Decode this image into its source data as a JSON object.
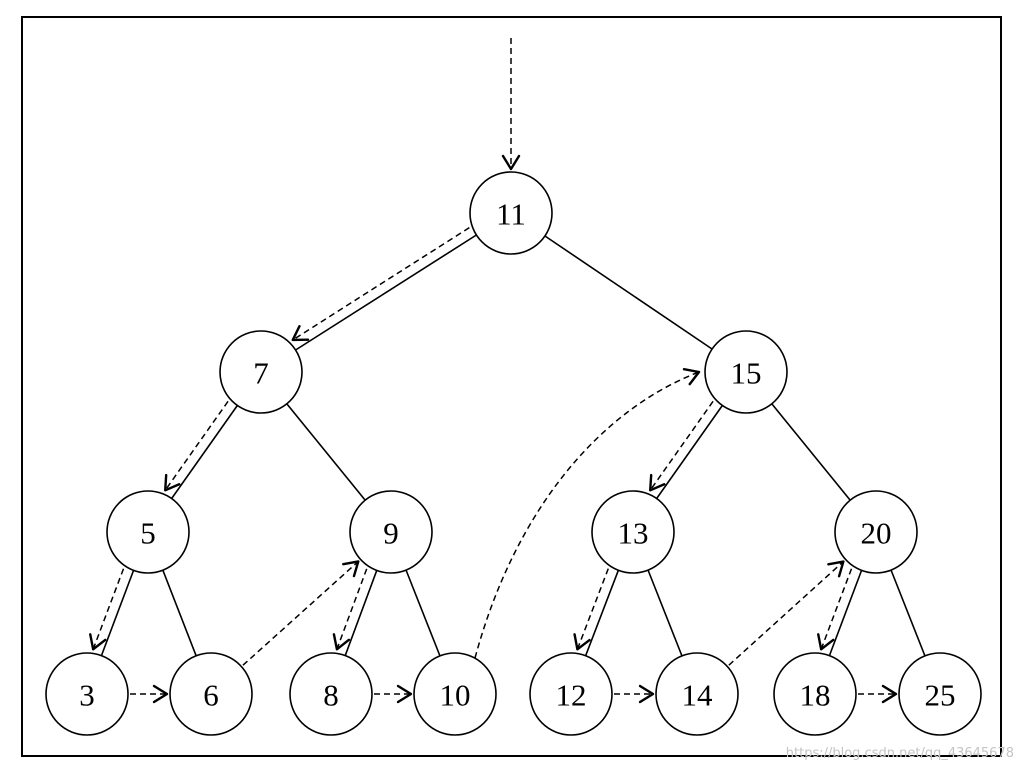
{
  "diagram": {
    "nodes": [
      {
        "id": "n11",
        "label": "11"
      },
      {
        "id": "n7",
        "label": "7"
      },
      {
        "id": "n15",
        "label": "15"
      },
      {
        "id": "n5",
        "label": "5"
      },
      {
        "id": "n9",
        "label": "9"
      },
      {
        "id": "n13",
        "label": "13"
      },
      {
        "id": "n20",
        "label": "20"
      },
      {
        "id": "n3",
        "label": "3"
      },
      {
        "id": "n6",
        "label": "6"
      },
      {
        "id": "n8",
        "label": "8"
      },
      {
        "id": "n10",
        "label": "10"
      },
      {
        "id": "n12",
        "label": "12"
      },
      {
        "id": "n14",
        "label": "14"
      },
      {
        "id": "n18",
        "label": "18"
      },
      {
        "id": "n25",
        "label": "25"
      }
    ],
    "tree_edges": [
      [
        "n11",
        "n7"
      ],
      [
        "n11",
        "n15"
      ],
      [
        "n7",
        "n5"
      ],
      [
        "n7",
        "n9"
      ],
      [
        "n15",
        "n13"
      ],
      [
        "n15",
        "n20"
      ],
      [
        "n5",
        "n3"
      ],
      [
        "n5",
        "n6"
      ],
      [
        "n9",
        "n8"
      ],
      [
        "n9",
        "n10"
      ],
      [
        "n13",
        "n12"
      ],
      [
        "n13",
        "n14"
      ],
      [
        "n20",
        "n18"
      ],
      [
        "n20",
        "n25"
      ]
    ],
    "traversal_arrows": [
      [
        "entry",
        "n11"
      ],
      [
        "n11",
        "n7"
      ],
      [
        "n7",
        "n5"
      ],
      [
        "n5",
        "n3"
      ],
      [
        "n3",
        "n6"
      ],
      [
        "n6",
        "n9"
      ],
      [
        "n9",
        "n8"
      ],
      [
        "n8",
        "n10"
      ],
      [
        "n10",
        "n15"
      ],
      [
        "n15",
        "n13"
      ],
      [
        "n13",
        "n12"
      ],
      [
        "n12",
        "n14"
      ],
      [
        "n14",
        "n20"
      ],
      [
        "n20",
        "n18"
      ],
      [
        "n18",
        "n25"
      ]
    ]
  },
  "watermark": "https://blog.csdn.net/qq_43645678"
}
